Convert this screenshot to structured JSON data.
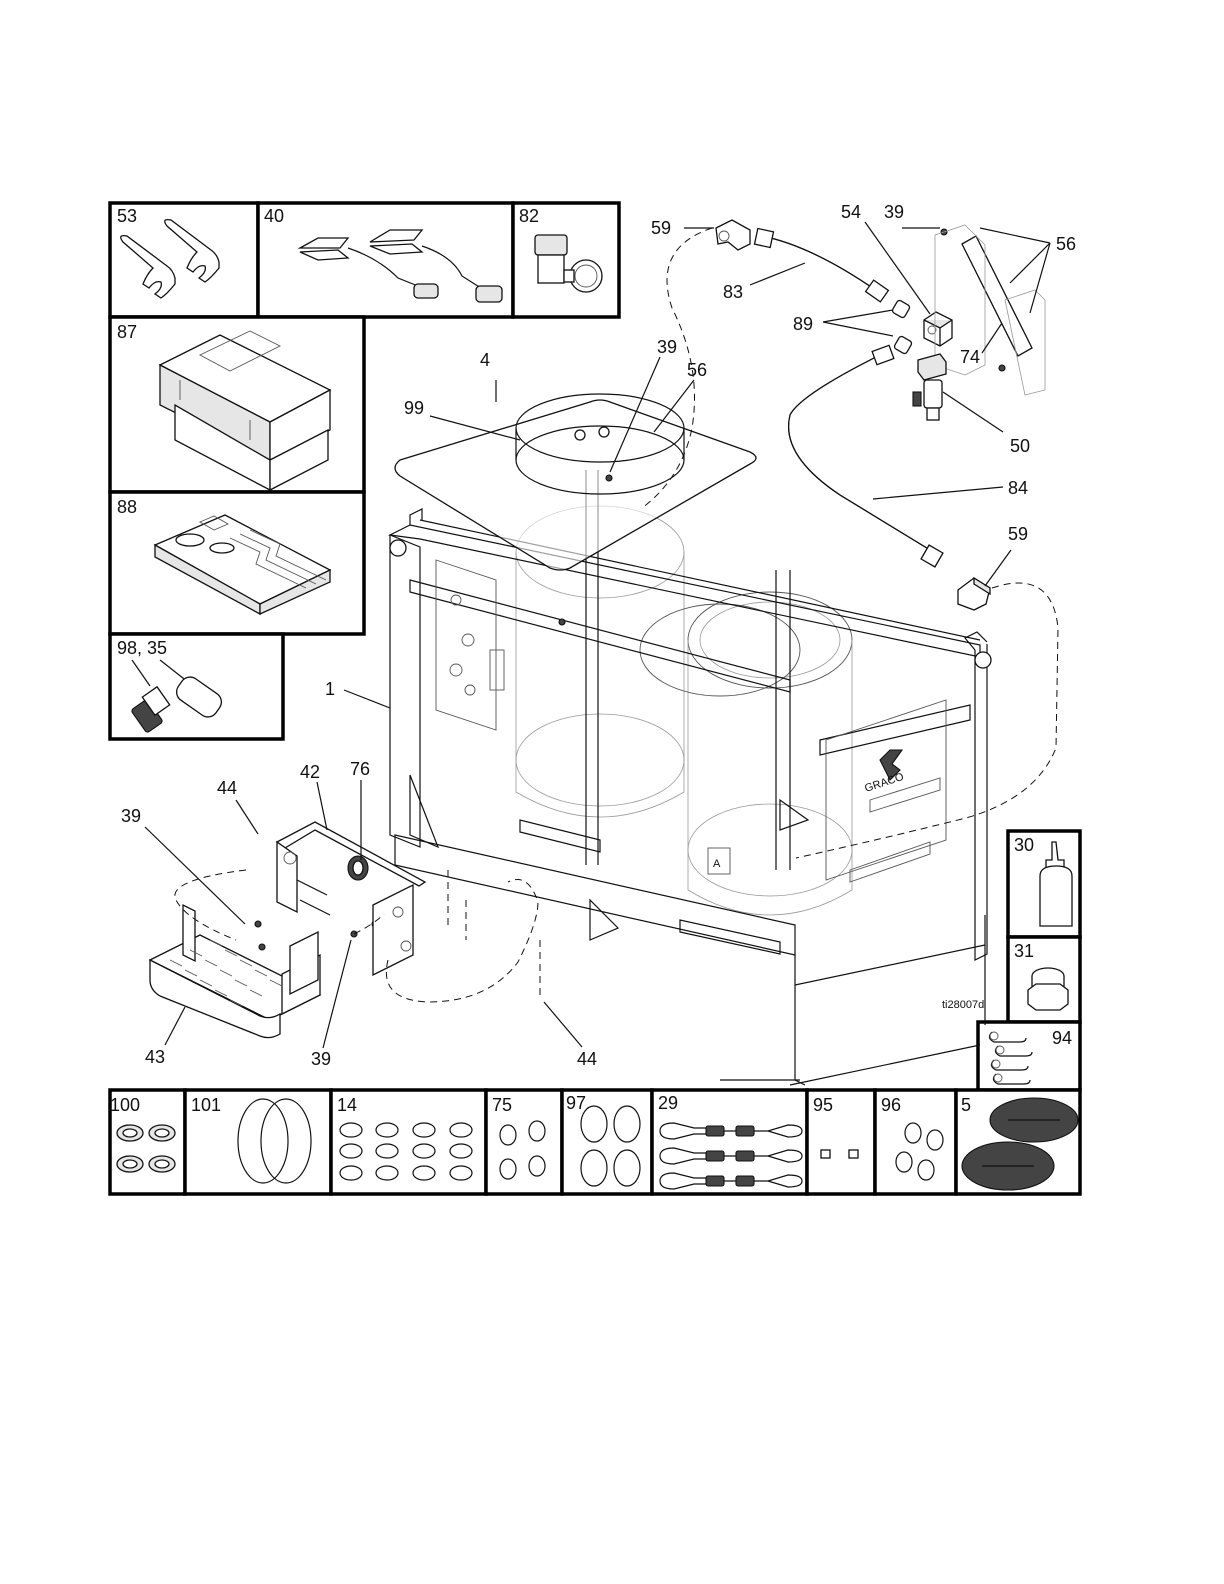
{
  "figure_id": "ti28007d",
  "callouts": {
    "c59a": "59",
    "c54": "54",
    "c39a": "39",
    "c56a": "56",
    "c83": "83",
    "c89": "89",
    "c74": "74",
    "c50": "50",
    "c84": "84",
    "c59b": "59",
    "c4": "4",
    "c39b": "39",
    "c56b": "56",
    "c99": "99",
    "c1": "1",
    "c42": "42",
    "c76": "76",
    "c44a": "44",
    "c39c": "39",
    "c43": "43",
    "c39d": "39",
    "c44b": "44"
  },
  "boxes": {
    "b53": "53",
    "b40": "40",
    "b82": "82",
    "b87": "87",
    "b88": "88",
    "b98": "98, 35",
    "b30": "30",
    "b31": "31",
    "b94": "94",
    "b100": "100",
    "b101": "101",
    "b14": "14",
    "b75": "75",
    "b97": "97",
    "b29": "29",
    "b95": "95",
    "b96": "96",
    "b5": "5"
  }
}
